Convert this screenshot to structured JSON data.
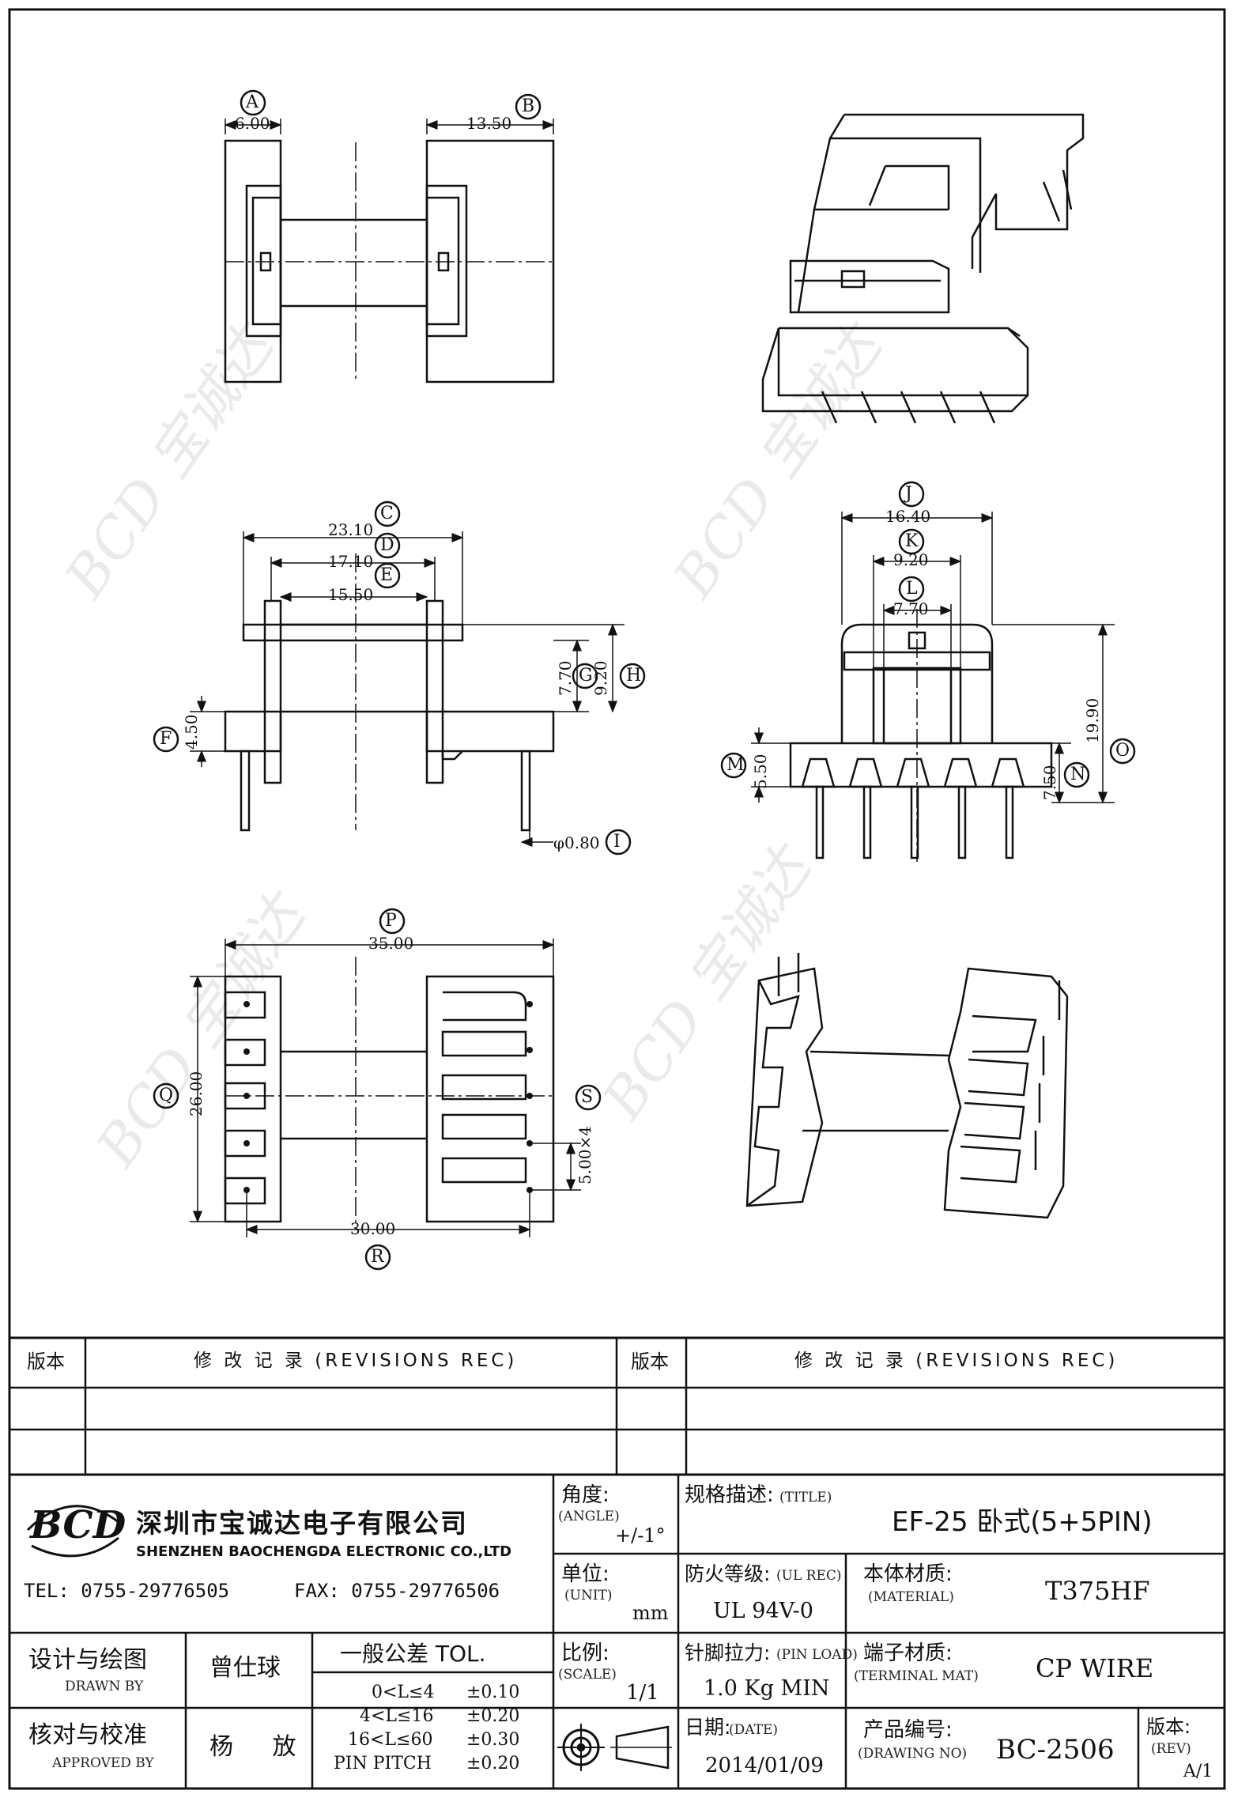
{
  "drawing": {
    "top_view": {
      "A_label": "A",
      "A_val": "6.00",
      "B_label": "B",
      "B_val": "13.50"
    },
    "front_view": {
      "C_label": "C",
      "C_val": "23.10",
      "D_label": "D",
      "D_val": "17.10",
      "E_label": "E",
      "E_val": "15.50",
      "F_label": "F",
      "F_val": "4.50",
      "G_label": "G",
      "G_val": "7.70",
      "H_label": "H",
      "H_val": "9.20",
      "I_label": "I",
      "I_val": "φ0.80"
    },
    "side_view": {
      "J_label": "J",
      "J_val": "16.40",
      "K_label": "K",
      "K_val": "9.20",
      "L_label": "L",
      "L_val": "7.70",
      "M_label": "M",
      "M_val": "5.50",
      "N_label": "N",
      "N_val": "7.50",
      "O_label": "O",
      "O_val": "19.90"
    },
    "bottom_view": {
      "P_label": "P",
      "P_val": "35.00",
      "Q_label": "Q",
      "Q_val": "26.00",
      "R_label": "R",
      "R_val": "30.00",
      "S_label": "S",
      "S_val": "5.00×4"
    }
  },
  "revisions": {
    "ver_label": "版本",
    "rec_label": "修 改 记 录 (REVISIONS REC)"
  },
  "company": {
    "logo_text": "BCD",
    "name_cn": "深圳市宝诚达电子有限公司",
    "name_en": "SHENZHEN BAOCHENGDA ELECTRONIC CO.,LTD",
    "tel": "TEL: 0755-29776505",
    "fax": "FAX: 0755-29776506"
  },
  "title_block": {
    "angle_cn": "角度:",
    "angle_en": "(ANGLE)",
    "angle_val": "+/-1°",
    "unit_cn": "单位:",
    "unit_en": "(UNIT)",
    "unit_val": "mm",
    "scale_cn": "比例:",
    "scale_en": "(SCALE)",
    "scale_val": "1/1",
    "title_cn": "规格描述:",
    "title_en": "(TITLE)",
    "title_val": "EF-25 卧式(5+5PIN)",
    "ul_cn": "防火等级:",
    "ul_en": "(UL REC)",
    "ul_val": "UL 94V-0",
    "material_cn": "本体材质:",
    "material_en": "(MATERIAL)",
    "material_val": "T375HF",
    "pinload_cn": "针脚拉力:",
    "pinload_en": "(PIN LOAD)",
    "pinload_val": "1.0 Kg MIN",
    "terminal_cn": "端子材质:",
    "terminal_en": "(TERMINAL MAT)",
    "terminal_val": "CP WIRE",
    "date_cn": "日期:",
    "date_en": "(DATE)",
    "date_val": "2014/01/09",
    "dwg_cn": "产品编号:",
    "dwg_en": "(DRAWING NO)",
    "dwg_val": "BC-2506",
    "rev_cn": "版本:",
    "rev_en": "(REV)",
    "rev_val": "A/1",
    "drawn_cn": "设计与绘图",
    "drawn_en": "DRAWN BY",
    "drawn_name": "曾仕球",
    "approved_cn": "核对与校准",
    "approved_en": "APPROVED BY",
    "approved_name": "杨 放",
    "tol_title": "一般公差 TOL.",
    "tol_rows": [
      {
        "range": "0<L≤4",
        "val": "±0.10"
      },
      {
        "range": "4<L≤16",
        "val": "±0.20"
      },
      {
        "range": "16<L≤60",
        "val": "±0.30"
      },
      {
        "range": "PIN PITCH",
        "val": "±0.20"
      }
    ]
  },
  "watermark": {
    "text": "BCD 宝诚达"
  }
}
